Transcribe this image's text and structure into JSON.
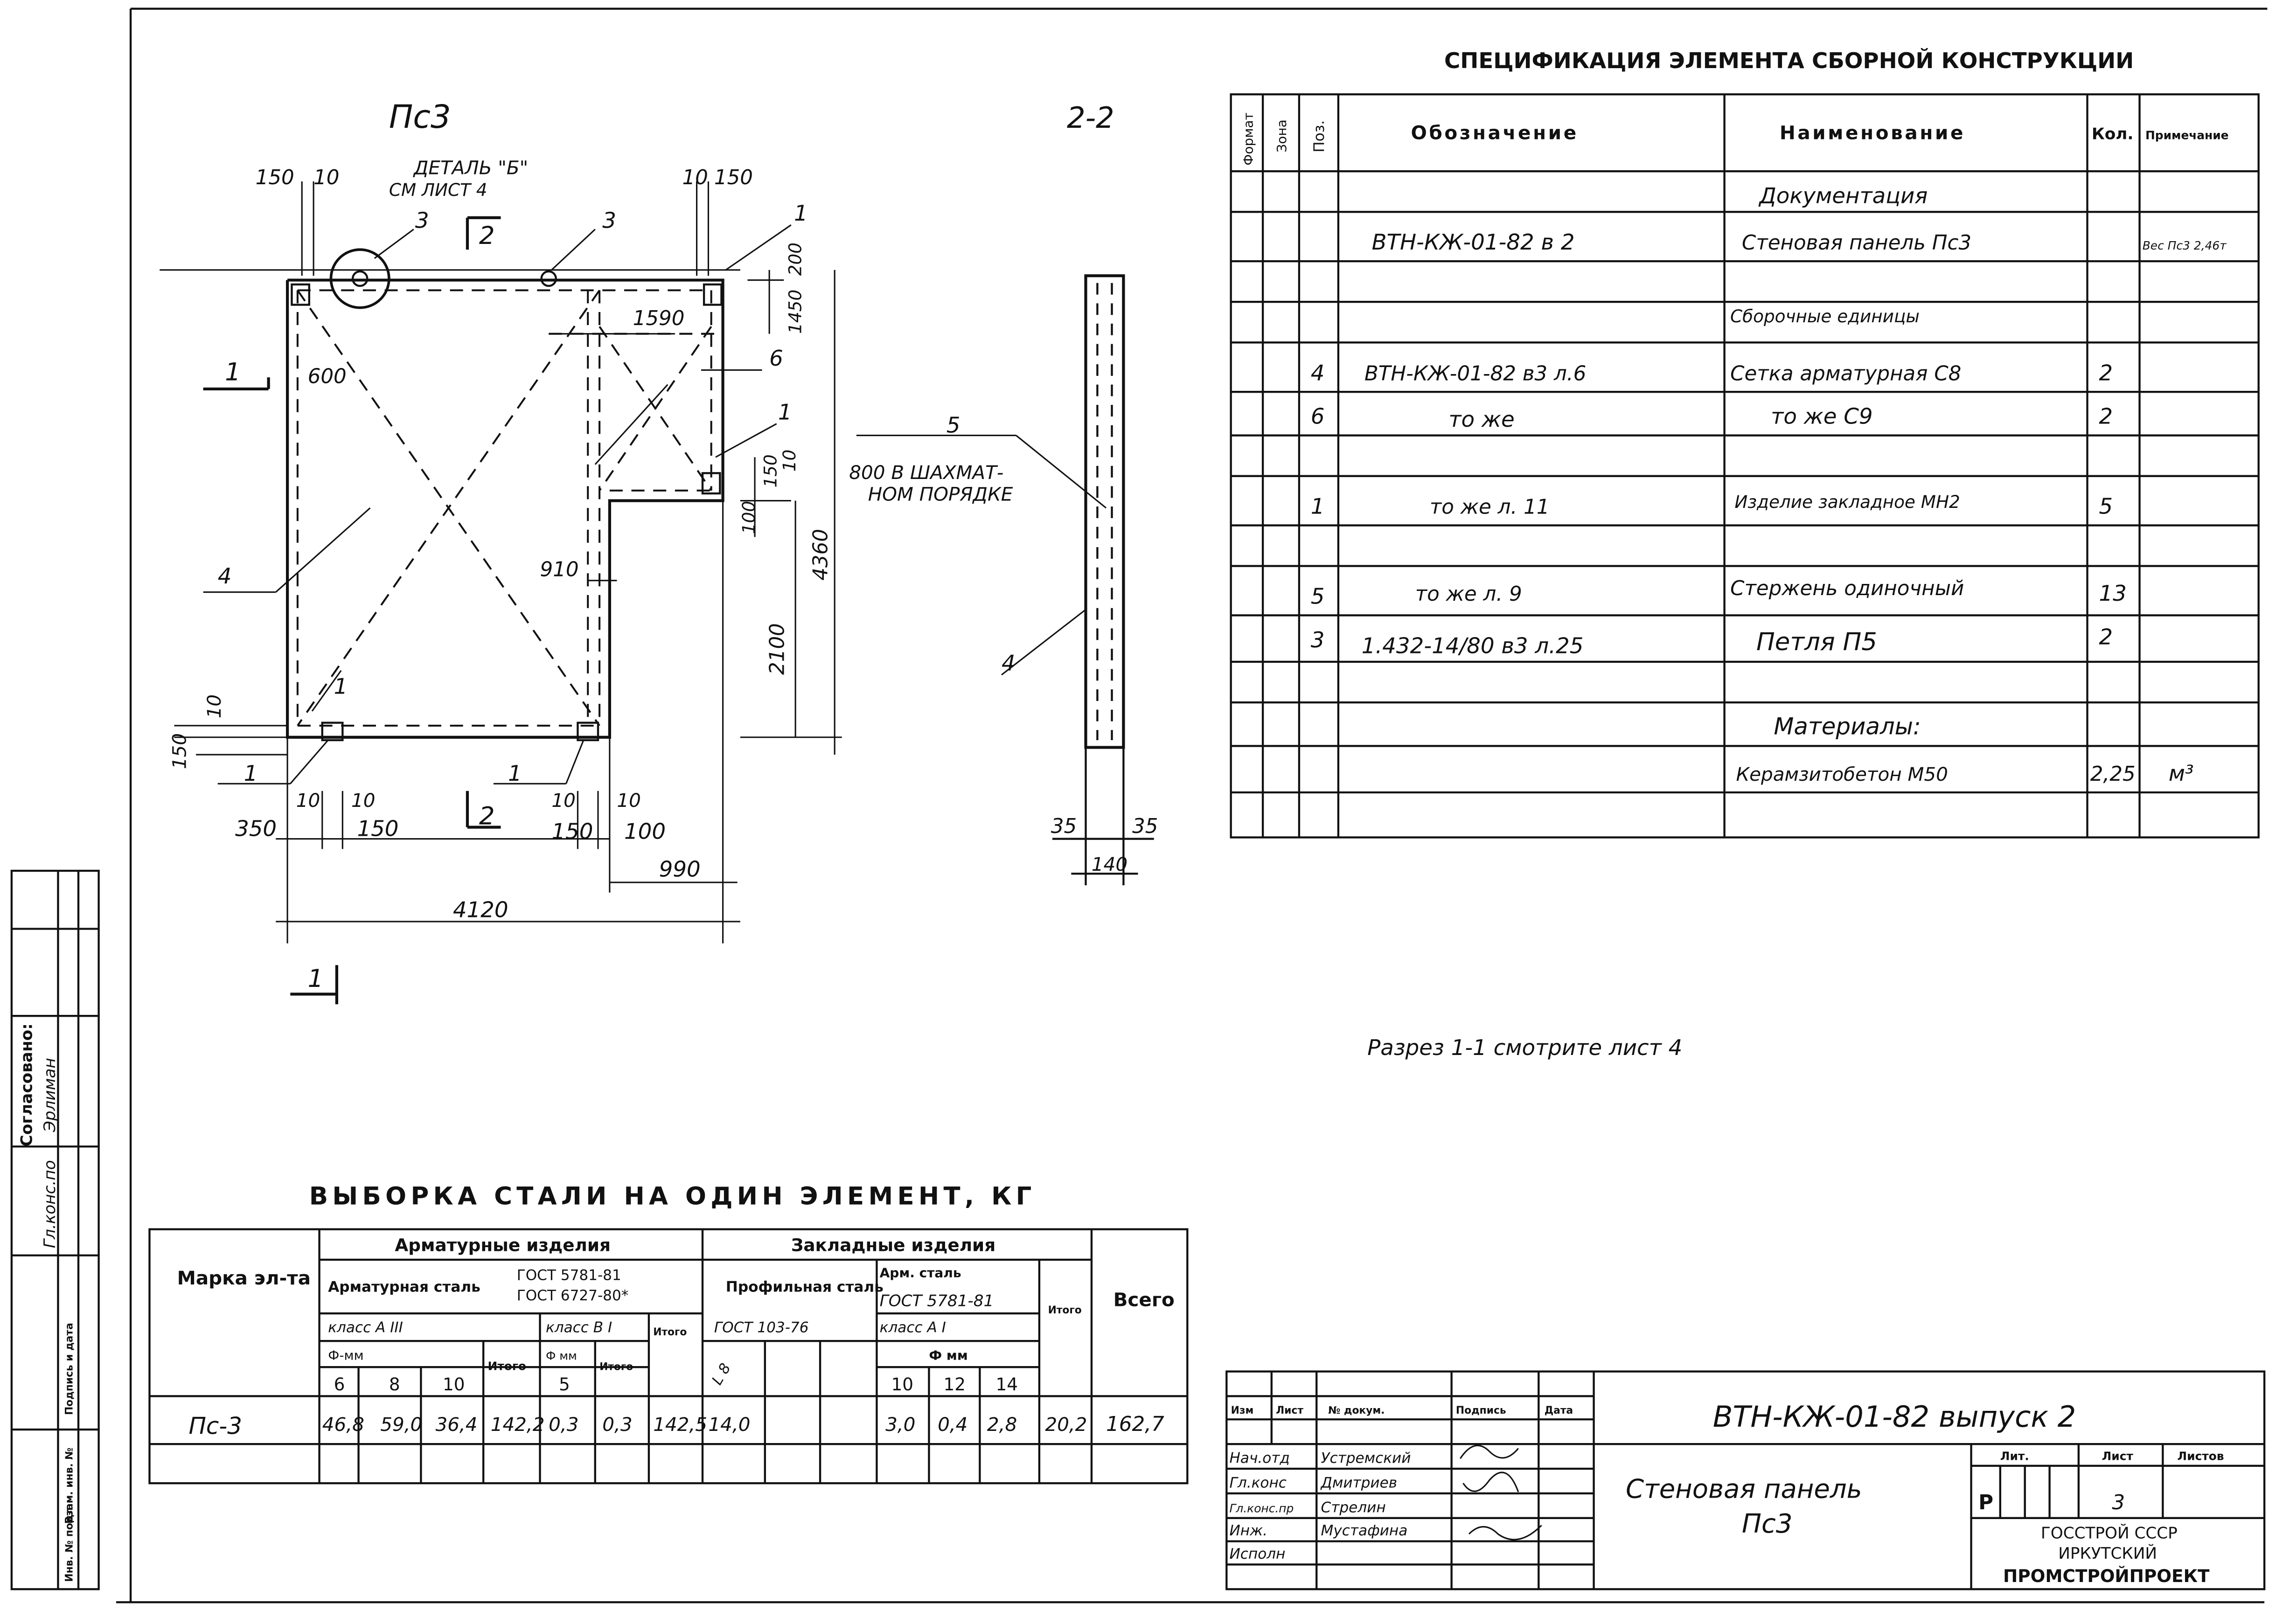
{
  "drawing": {
    "title": "Пс3",
    "section_title": "2-2",
    "detail_label": "ДЕТАЛЬ \"Б\"",
    "detail_ref": "СМ ЛИСТ 4",
    "stagger_note_line1": "800 В ШАХМАТ-",
    "stagger_note_line2": "НОМ ПОРЯДКЕ",
    "section_note": "Разрез 1-1 смотрите лист 4",
    "dims": {
      "d150a": "150",
      "d10a": "10",
      "d10b": "10",
      "d150b": "150",
      "d1590": "1590",
      "d600": "600",
      "d910": "910",
      "d2100": "2100",
      "d4360": "4360",
      "d1450": "1450",
      "d200": "200",
      "d100": "100",
      "d150c": "150",
      "d10c": "10",
      "d150d": "150",
      "d10d": "10",
      "d350": "350",
      "d10e": "10",
      "d10f": "10",
      "d150e": "150",
      "d10g": "10",
      "d10h": "10",
      "d150f": "150",
      "d100b": "100",
      "d990": "990",
      "d4120": "4120",
      "d35a": "35",
      "d35b": "35",
      "d140": "140"
    },
    "callouts": [
      "1",
      "2",
      "3",
      "4",
      "5",
      "6"
    ]
  },
  "spec": {
    "title": "СПЕЦИФИКАЦИЯ ЭЛЕМЕНТА СБОРНОЙ КОНСТРУКЦИИ",
    "headers": [
      "Формат",
      "Зона",
      "Поз.",
      "Обозначение",
      "Наименование",
      "Кол.",
      "Примечание"
    ],
    "rows": [
      {
        "poz": "",
        "desig": "",
        "name": "Документация",
        "qty": "",
        "note": ""
      },
      {
        "poz": "",
        "desig": "ВТН-КЖ-01-82 в 2",
        "name": "Стеновая панель Пс3",
        "qty": "",
        "note": "Вес Пс3 2,46т"
      },
      {
        "poz": "",
        "desig": "",
        "name": "",
        "qty": "",
        "note": ""
      },
      {
        "poz": "",
        "desig": "",
        "name": "Сборочные единицы",
        "qty": "",
        "note": ""
      },
      {
        "poz": "4",
        "desig": "ВТН-КЖ-01-82 в3 л.6",
        "name": "Сетка арматурная С8",
        "qty": "2",
        "note": ""
      },
      {
        "poz": "6",
        "desig": "то же",
        "name": "то же С9",
        "qty": "2",
        "note": ""
      },
      {
        "poz": "",
        "desig": "",
        "name": "",
        "qty": "",
        "note": ""
      },
      {
        "poz": "1",
        "desig": "то же л. 11",
        "name": "Изделие закладное МН2",
        "qty": "5",
        "note": ""
      },
      {
        "poz": "",
        "desig": "",
        "name": "",
        "qty": "",
        "note": ""
      },
      {
        "poz": "5",
        "desig": "то же л. 9",
        "name": "Стержень одиночный",
        "qty": "13",
        "note": ""
      },
      {
        "poz": "3",
        "desig": "1.432-14/80 в3 л.25",
        "name": "Петля П5",
        "qty": "2",
        "note": ""
      },
      {
        "poz": "",
        "desig": "",
        "name": "",
        "qty": "",
        "note": ""
      },
      {
        "poz": "",
        "desig": "",
        "name": "Материалы:",
        "qty": "",
        "note": ""
      },
      {
        "poz": "",
        "desig": "",
        "name": "Керамзитобетон М50",
        "qty": "2,25",
        "note": "м³"
      },
      {
        "poz": "",
        "desig": "",
        "name": "",
        "qty": "",
        "note": ""
      }
    ]
  },
  "steel": {
    "title": "ВЫБОРКА СТАЛИ НА ОДИН ЭЛЕМЕНТ, КГ",
    "h_mark": "Марка эл-та",
    "h_rebar_group": "Арматурные изделия",
    "h_embed_group": "Закладные изделия",
    "h_total": "Всего",
    "h_rebar_steel": "Арматурная сталь",
    "h_gost1": "ГОСТ 5781-81",
    "h_gost2": "ГОСТ 6727-80*",
    "h_class_a3": "класс А III",
    "h_class_b1": "класс В I",
    "h_itogo": "Итого",
    "h_dia": "Ф-мм",
    "h_dia2": "Ф мм",
    "h_profile": "Профильная сталь",
    "h_profile_gost": "ГОСТ 103-76",
    "h_arm_steel": "Арм. сталь",
    "h_gost3": "ГОСТ 5781-81",
    "h_class_a1": "класс А I",
    "h_dia3": "Ф мм",
    "h_l8": "L 8",
    "d": [
      "6",
      "8",
      "10",
      "5",
      "10",
      "12",
      "14"
    ],
    "row": {
      "mark": "Пс-3",
      "v6": "46,8",
      "v8": "59,0",
      "v10": "36,4",
      "itogo1": "142,2",
      "v5": "0,3",
      "itogo2": "0,3",
      "itogo3": "142,5",
      "l8": "14,0",
      "a10": "3,0",
      "a12": "0,4",
      "a14": "2,8",
      "itogo4": "20,2",
      "total": "162,7"
    }
  },
  "stamp": {
    "code": "ВТН-КЖ-01-82 выпуск 2",
    "name_line1": "Стеновая панель",
    "name_line2": "Пс3",
    "h_izm": "Изм",
    "h_list": "Лист",
    "h_doc": "№ докум.",
    "h_sign": "Подпись",
    "h_date": "Дата",
    "roles": [
      "Нач.отд",
      "Гл.конс",
      "Гл.конс.пр",
      "Инж.",
      "Исполн"
    ],
    "names": [
      "Устремский",
      "Дмитриев",
      "Стрелин",
      "Мустафина",
      ""
    ],
    "h_lit": "Лит.",
    "h_sheet": "Лист",
    "h_sheets": "Листов",
    "lit": "Р",
    "sheet": "3",
    "sheets": "",
    "org1": "ГОССТРОЙ СССР",
    "org2": "ИРКУТСКИЙ",
    "org3": "ПРОМСТРОЙПРОЕКТ"
  },
  "side": {
    "agreed": "Согласовано:",
    "agreed_role": "Гл.конс.по",
    "agreed_name": "Эрлиман",
    "f1": "Инв. № подл.",
    "f2": "Подпись и дата",
    "f3": "Взам. инв. №"
  }
}
